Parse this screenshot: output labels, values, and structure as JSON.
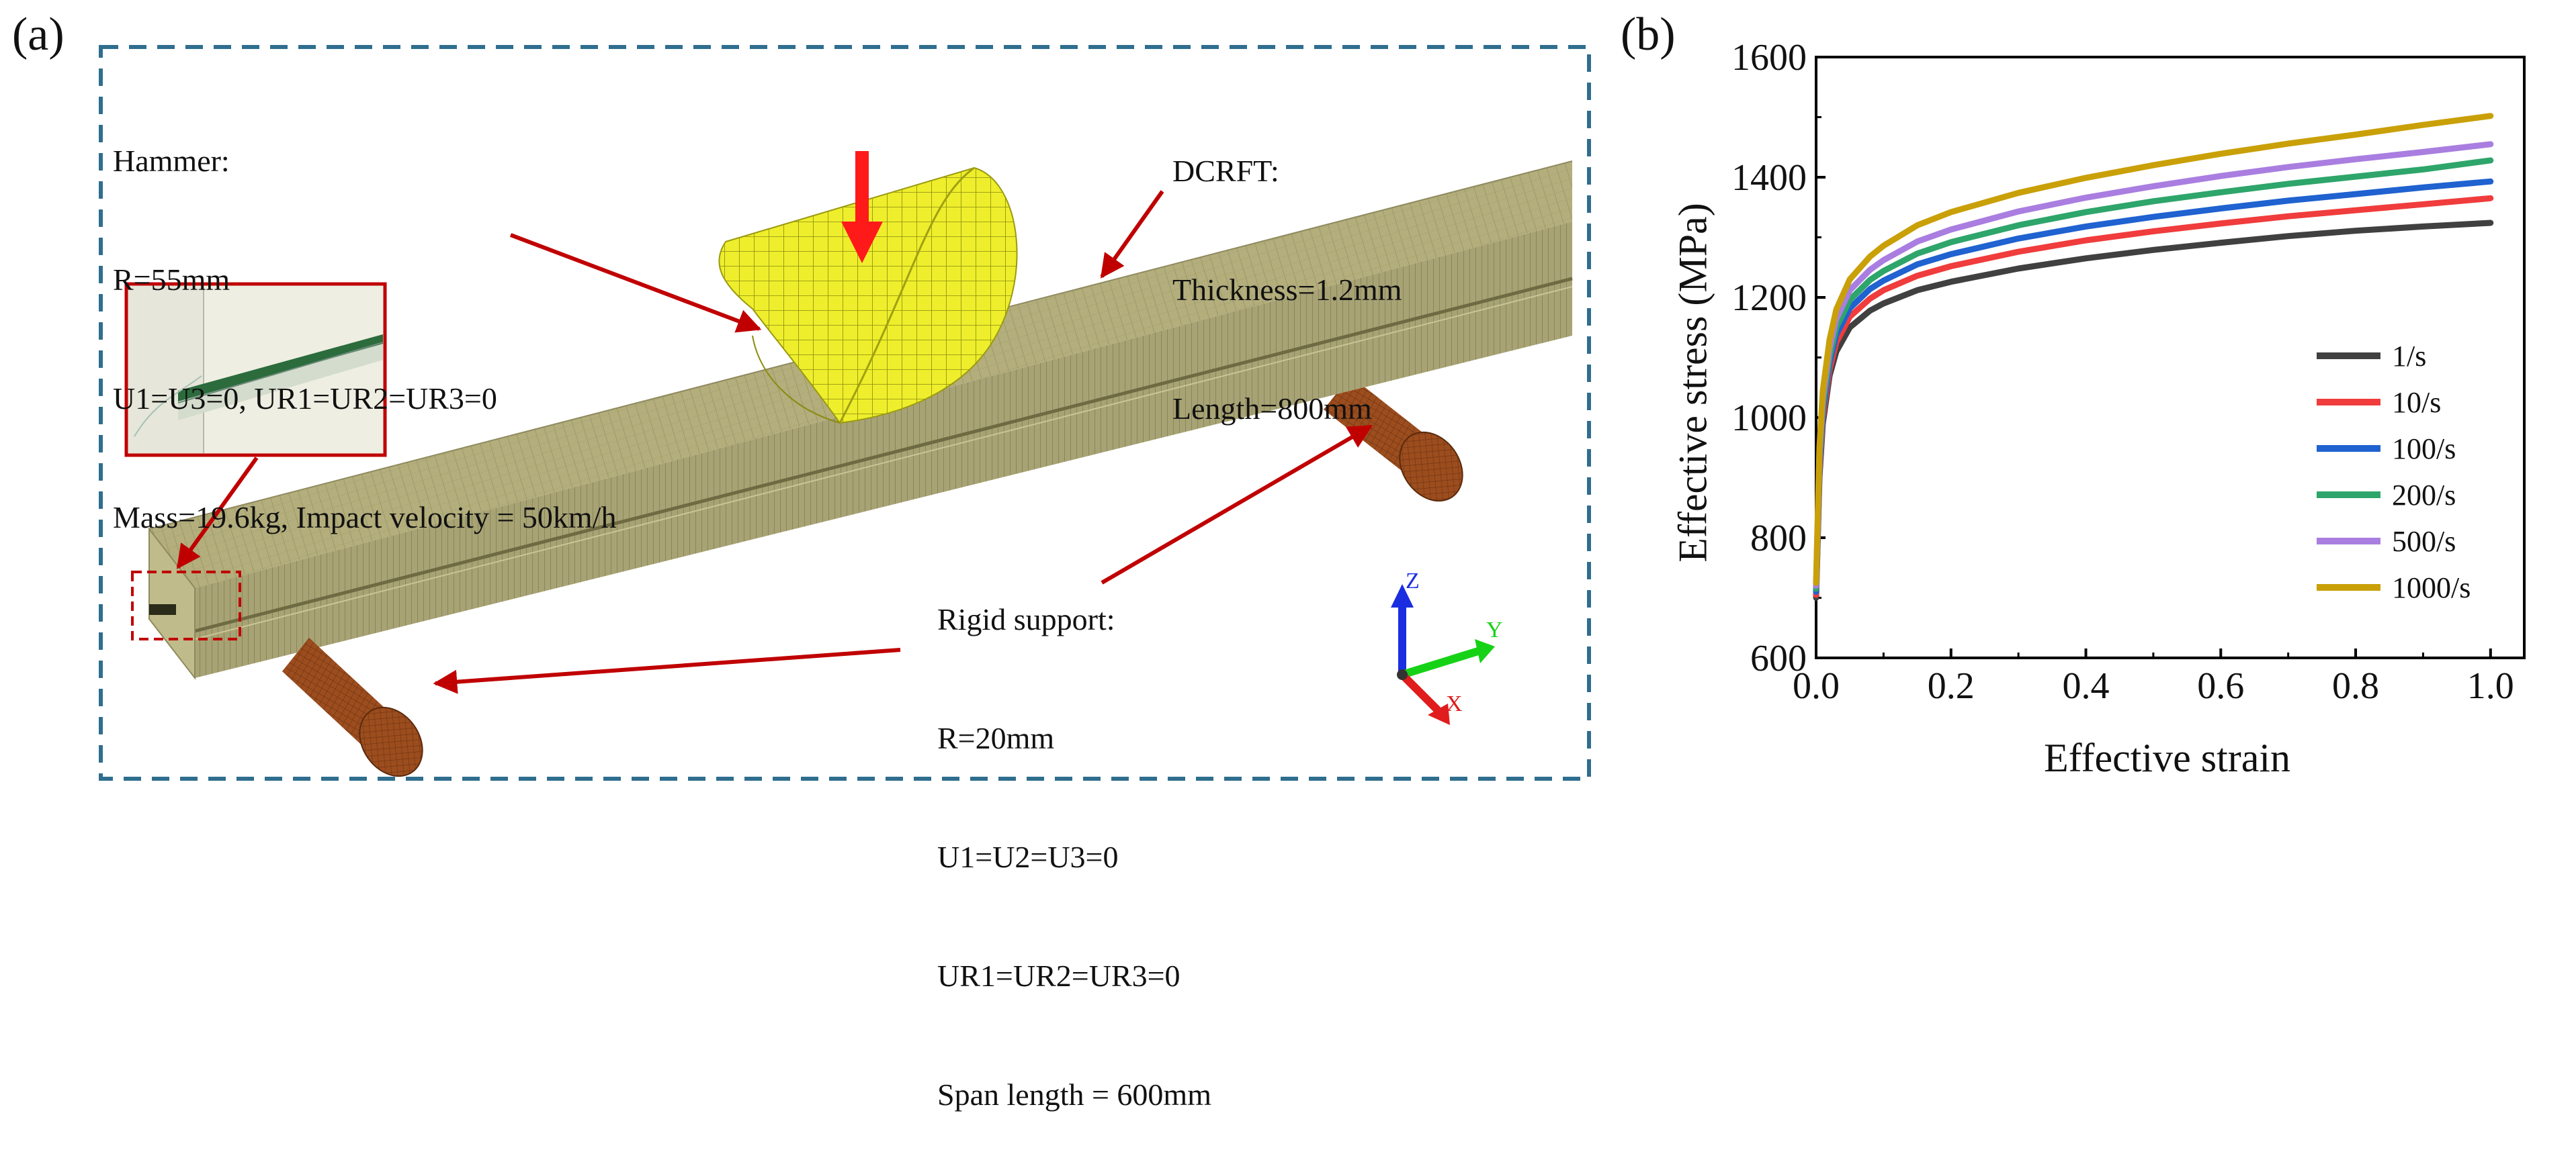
{
  "panel_a": {
    "label": "(a)",
    "hammer": {
      "title": "Hammer:",
      "lines": [
        "R=55mm",
        "U1=U3=0, UR1=UR2=UR3=0",
        "Mass=19.6kg, Impact velocity = 50km/h"
      ]
    },
    "dcrft": {
      "title": "DCRFT:",
      "lines": [
        "Thickness=1.2mm",
        "Length=800mm"
      ]
    },
    "rigid": {
      "title": "Rigid support:",
      "lines": [
        "R=20mm",
        "U1=U2=U3=0",
        "UR1=UR2=UR3=0",
        "Span length = 600mm"
      ]
    },
    "axes": {
      "z": "Z",
      "y": "Y",
      "x": "X"
    },
    "colors": {
      "beam": "#b5b07e",
      "hammer": "#eded2a",
      "support": "#9a4a1c",
      "arrow": "#c00000",
      "frame": "#2f6e8e"
    }
  },
  "panel_b": {
    "label": "(b)"
  },
  "chart_data": {
    "type": "line",
    "xlabel": "Effective strain",
    "ylabel": "Effective stress (MPa)",
    "xlim": [
      0.0,
      1.05
    ],
    "ylim": [
      600,
      1600
    ],
    "xticks": [
      "0.0",
      "0.2",
      "0.4",
      "0.6",
      "0.8",
      "1.0"
    ],
    "yticks": [
      "600",
      "800",
      "1000",
      "1200",
      "1400",
      "1600"
    ],
    "legend_position": "bottom-right",
    "x": [
      0.0,
      0.005,
      0.01,
      0.02,
      0.03,
      0.05,
      0.08,
      0.1,
      0.15,
      0.2,
      0.3,
      0.4,
      0.5,
      0.6,
      0.7,
      0.8,
      0.9,
      1.0
    ],
    "series": [
      {
        "name": "1/s",
        "color": "#404040",
        "values": [
          700,
          900,
          990,
          1070,
          1110,
          1150,
          1178,
          1190,
          1212,
          1226,
          1248,
          1265,
          1279,
          1291,
          1302,
          1311,
          1318,
          1324
        ]
      },
      {
        "name": "10/s",
        "color": "#f03c3c",
        "values": [
          705,
          910,
          1000,
          1080,
          1125,
          1168,
          1198,
          1212,
          1236,
          1252,
          1276,
          1295,
          1310,
          1323,
          1335,
          1345,
          1355,
          1365
        ]
      },
      {
        "name": "100/s",
        "color": "#1f62d0",
        "values": [
          710,
          920,
          1010,
          1092,
          1138,
          1182,
          1214,
          1228,
          1255,
          1272,
          1298,
          1318,
          1334,
          1348,
          1361,
          1372,
          1383,
          1393
        ]
      },
      {
        "name": "200/s",
        "color": "#2ea56a",
        "values": [
          715,
          930,
          1020,
          1102,
          1150,
          1196,
          1229,
          1244,
          1273,
          1292,
          1320,
          1342,
          1360,
          1375,
          1389,
          1401,
          1413,
          1428
        ]
      },
      {
        "name": "500/s",
        "color": "#a97ee0",
        "values": [
          720,
          940,
          1032,
          1115,
          1164,
          1212,
          1246,
          1262,
          1293,
          1313,
          1343,
          1366,
          1385,
          1402,
          1417,
          1430,
          1442,
          1455
        ]
      },
      {
        "name": "1000/s",
        "color": "#c9a008",
        "values": [
          725,
          950,
          1045,
          1130,
          1180,
          1230,
          1268,
          1286,
          1320,
          1342,
          1374,
          1399,
          1420,
          1439,
          1456,
          1471,
          1487,
          1502
        ]
      }
    ]
  }
}
